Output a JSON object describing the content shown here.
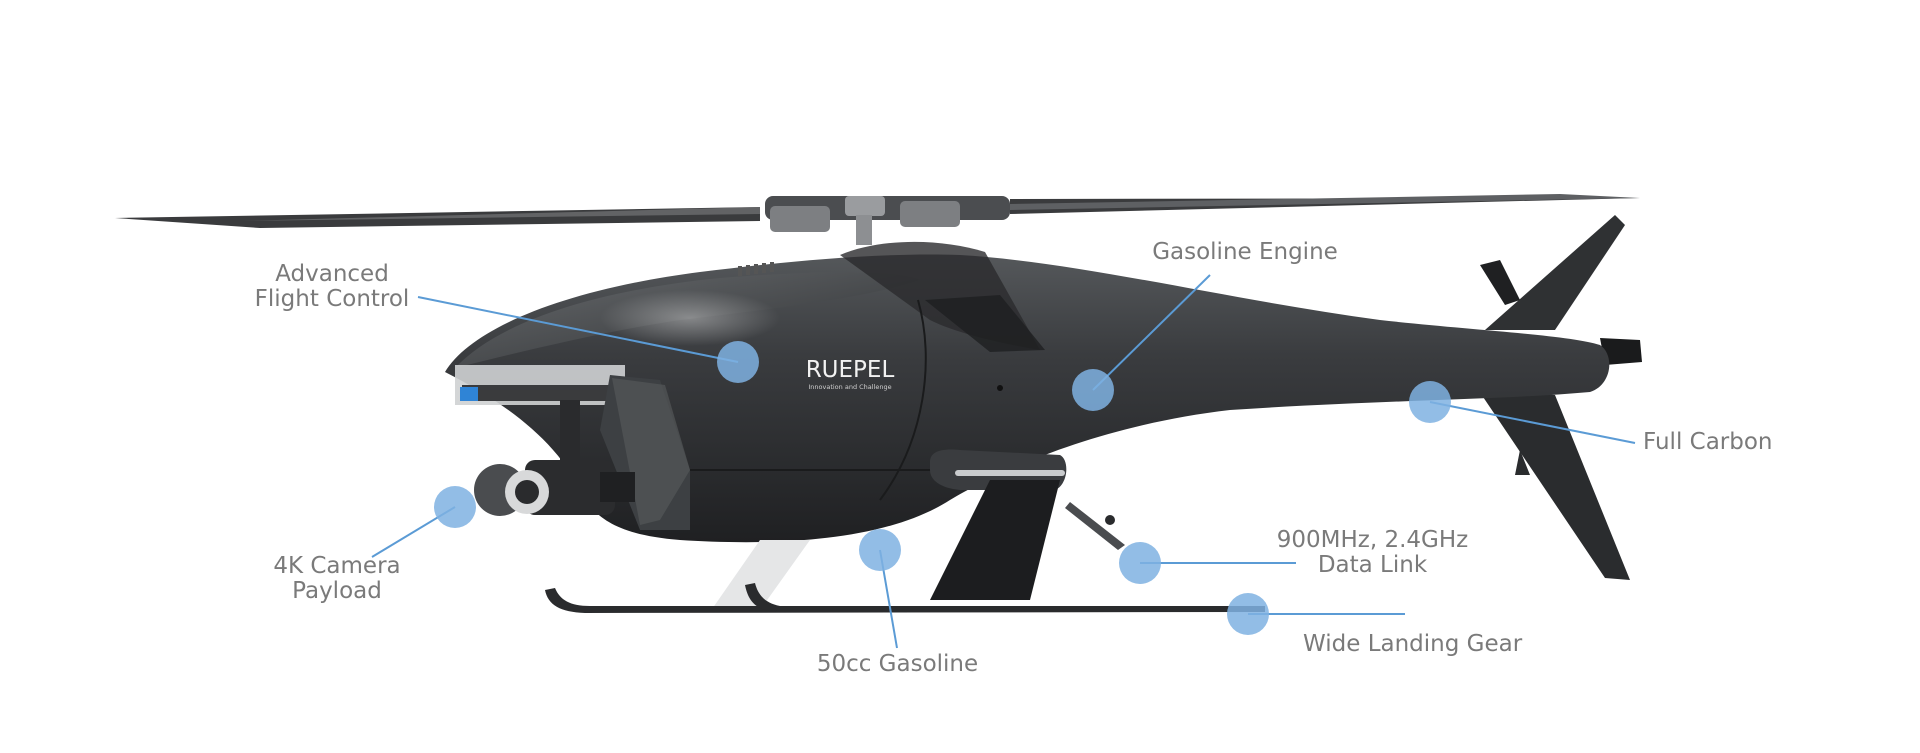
{
  "brand": {
    "name": "RUEPEL",
    "tagline": "Innovation and Challenge"
  },
  "callouts": [
    {
      "id": "flight-control",
      "lines": [
        "Advanced",
        "Flight Control"
      ]
    },
    {
      "id": "gasoline-engine",
      "lines": [
        "Gasoline Engine"
      ]
    },
    {
      "id": "full-carbon",
      "lines": [
        "Full Carbon"
      ]
    },
    {
      "id": "camera",
      "lines": [
        "4K Camera",
        "Payload"
      ]
    },
    {
      "id": "data-link",
      "lines": [
        "900MHz, 2.4GHz",
        "Data Link"
      ]
    },
    {
      "id": "landing-gear",
      "lines": [
        "Wide Landing Gear"
      ]
    },
    {
      "id": "gasoline-50cc",
      "lines": [
        "50cc Gasoline"
      ]
    }
  ],
  "colors": {
    "body": "#2f3133",
    "marker": "#7fb2e2",
    "leader": "#5b9bd5",
    "label": "#7a7a7a"
  }
}
